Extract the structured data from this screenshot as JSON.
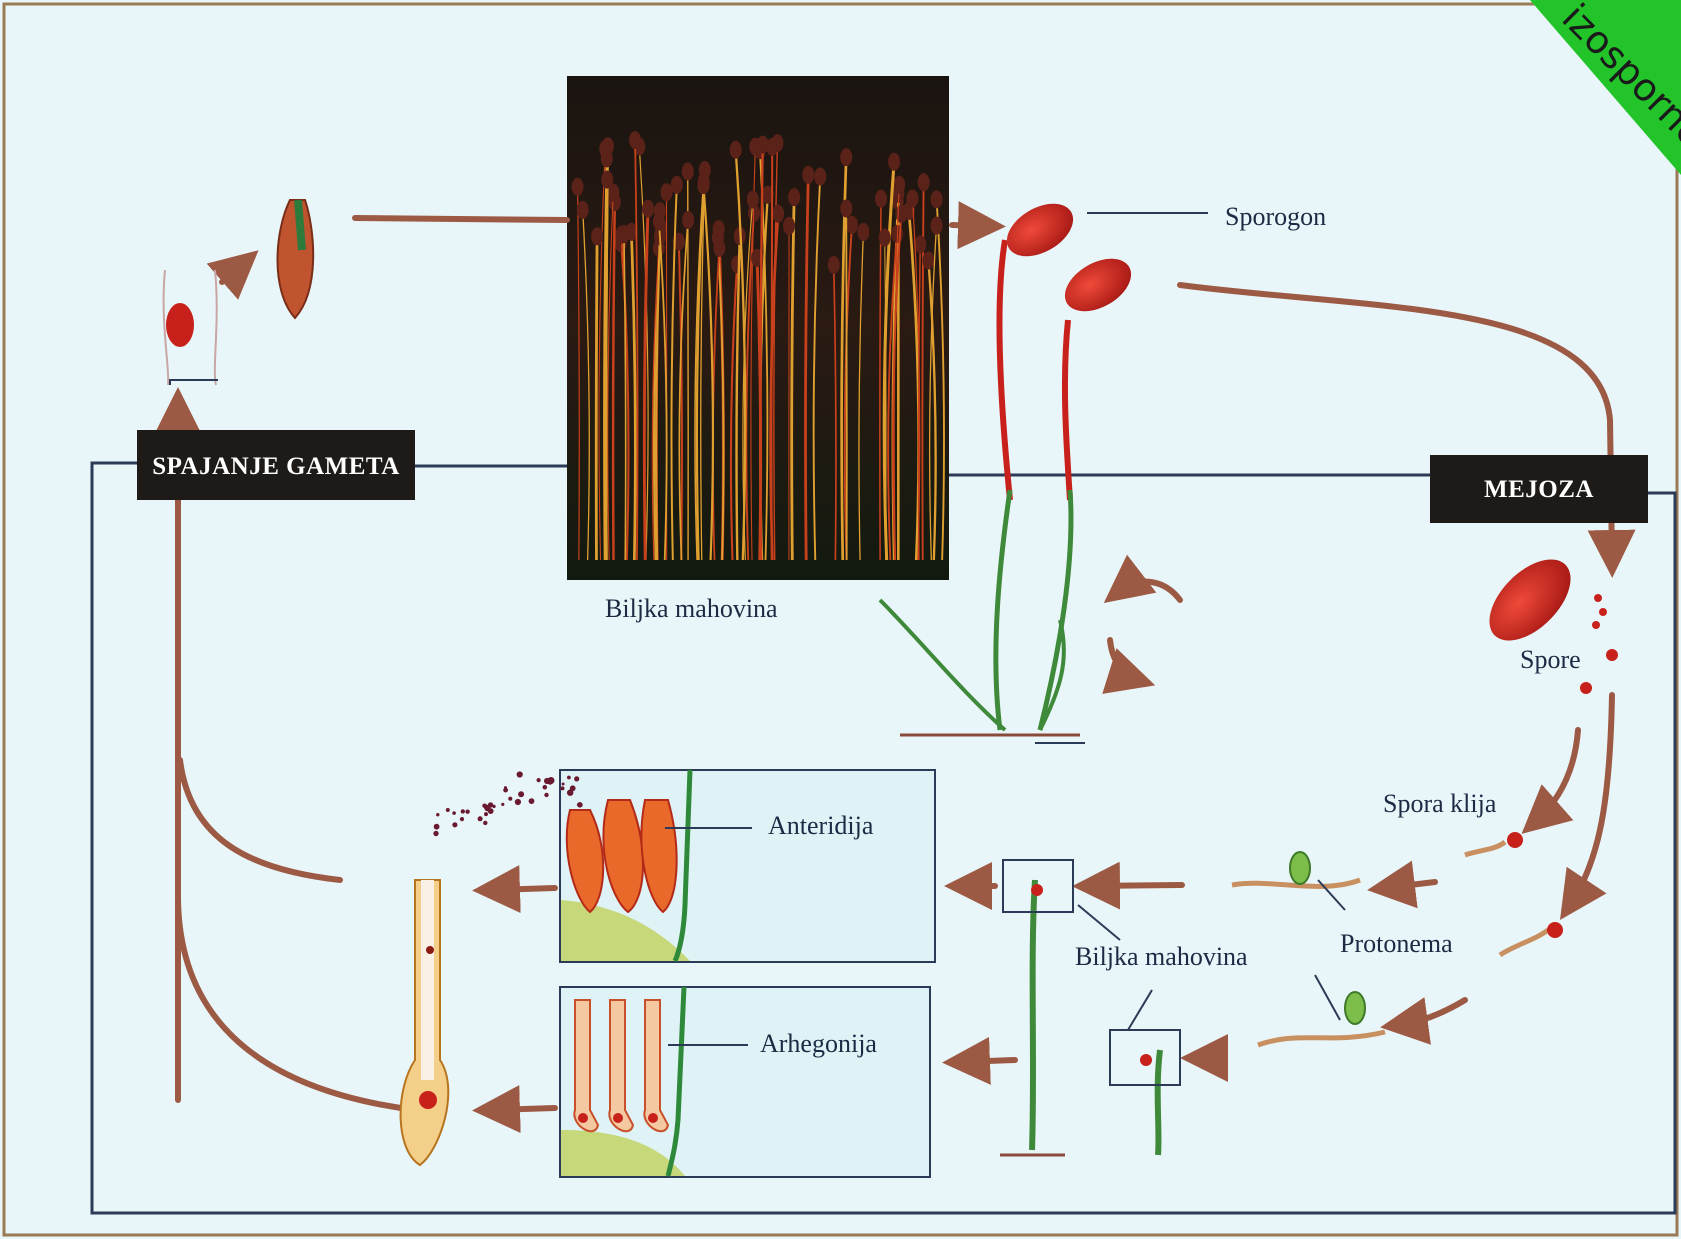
{
  "diagram": {
    "banner_text": "izosporne",
    "labels": {
      "sporogon": "Sporogon",
      "biljka_photo": "Biljka mahovina",
      "spore": "Spore",
      "spora_klija": "Spora klija",
      "protonema": "Protonema",
      "biljka_lower": "Biljka mahovina",
      "anteridija": "Anteridija",
      "arhegonija": "Arhegonija"
    },
    "stage_boxes": {
      "spajanje": "SPAJANJE GAMETA",
      "mejoza": "MEJOZA"
    },
    "colors": {
      "background": "#e9f6f9",
      "arrow": "#9c5a45",
      "frame": "#2b3a57",
      "label_box": "#1d1a18",
      "banner": "#22c42a",
      "moss_green": "#3f8a3a",
      "capsule_red": "#c8211c",
      "border": "#9a7a56"
    }
  }
}
